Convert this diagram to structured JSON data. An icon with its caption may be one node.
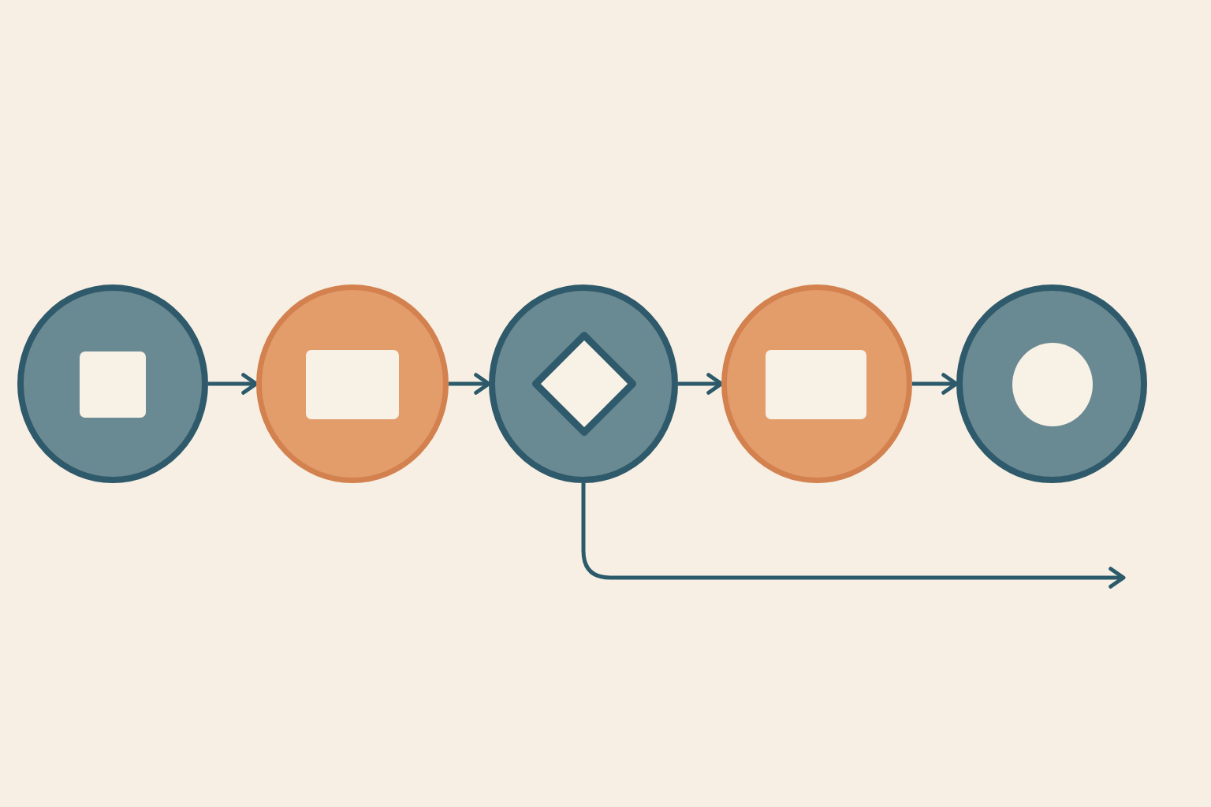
{
  "diagram": {
    "nodes": [
      {
        "text": [],
        "shape": "circle"
      },
      {
        "text": [],
        "shape": "box",
        "in": 0
      },
      {
        "text": [],
        "shape": "circle"
      },
      {
        "text": [],
        "shape": "box",
        "in": 2
      },
      {
        "text": [],
        "shape": "circle"
      },
      {
        "text": [],
        "shape": "diamond",
        "in": 4
      },
      {
        "text": [],
        "shape": "circle"
      },
      {
        "text": [],
        "shape": "box",
        "in": 6
      },
      {
        "text": [],
        "shape": "circle"
      },
      {
        "text": [],
        "shape": "circle",
        "in": 8
      }
    ],
    "edges": [
      {
        "from": 0,
        "to": 2,
        "arrow": "to"
      },
      {
        "from": 2,
        "to": 4,
        "arrow": "to"
      },
      {
        "from": 4,
        "to": 6,
        "arrow": "to"
      },
      {
        "from": 6,
        "to": 8,
        "arrow": "to"
      },
      {
        "from": 4,
        "to": null,
        "arrow": "to"
      }
    ]
  }
}
